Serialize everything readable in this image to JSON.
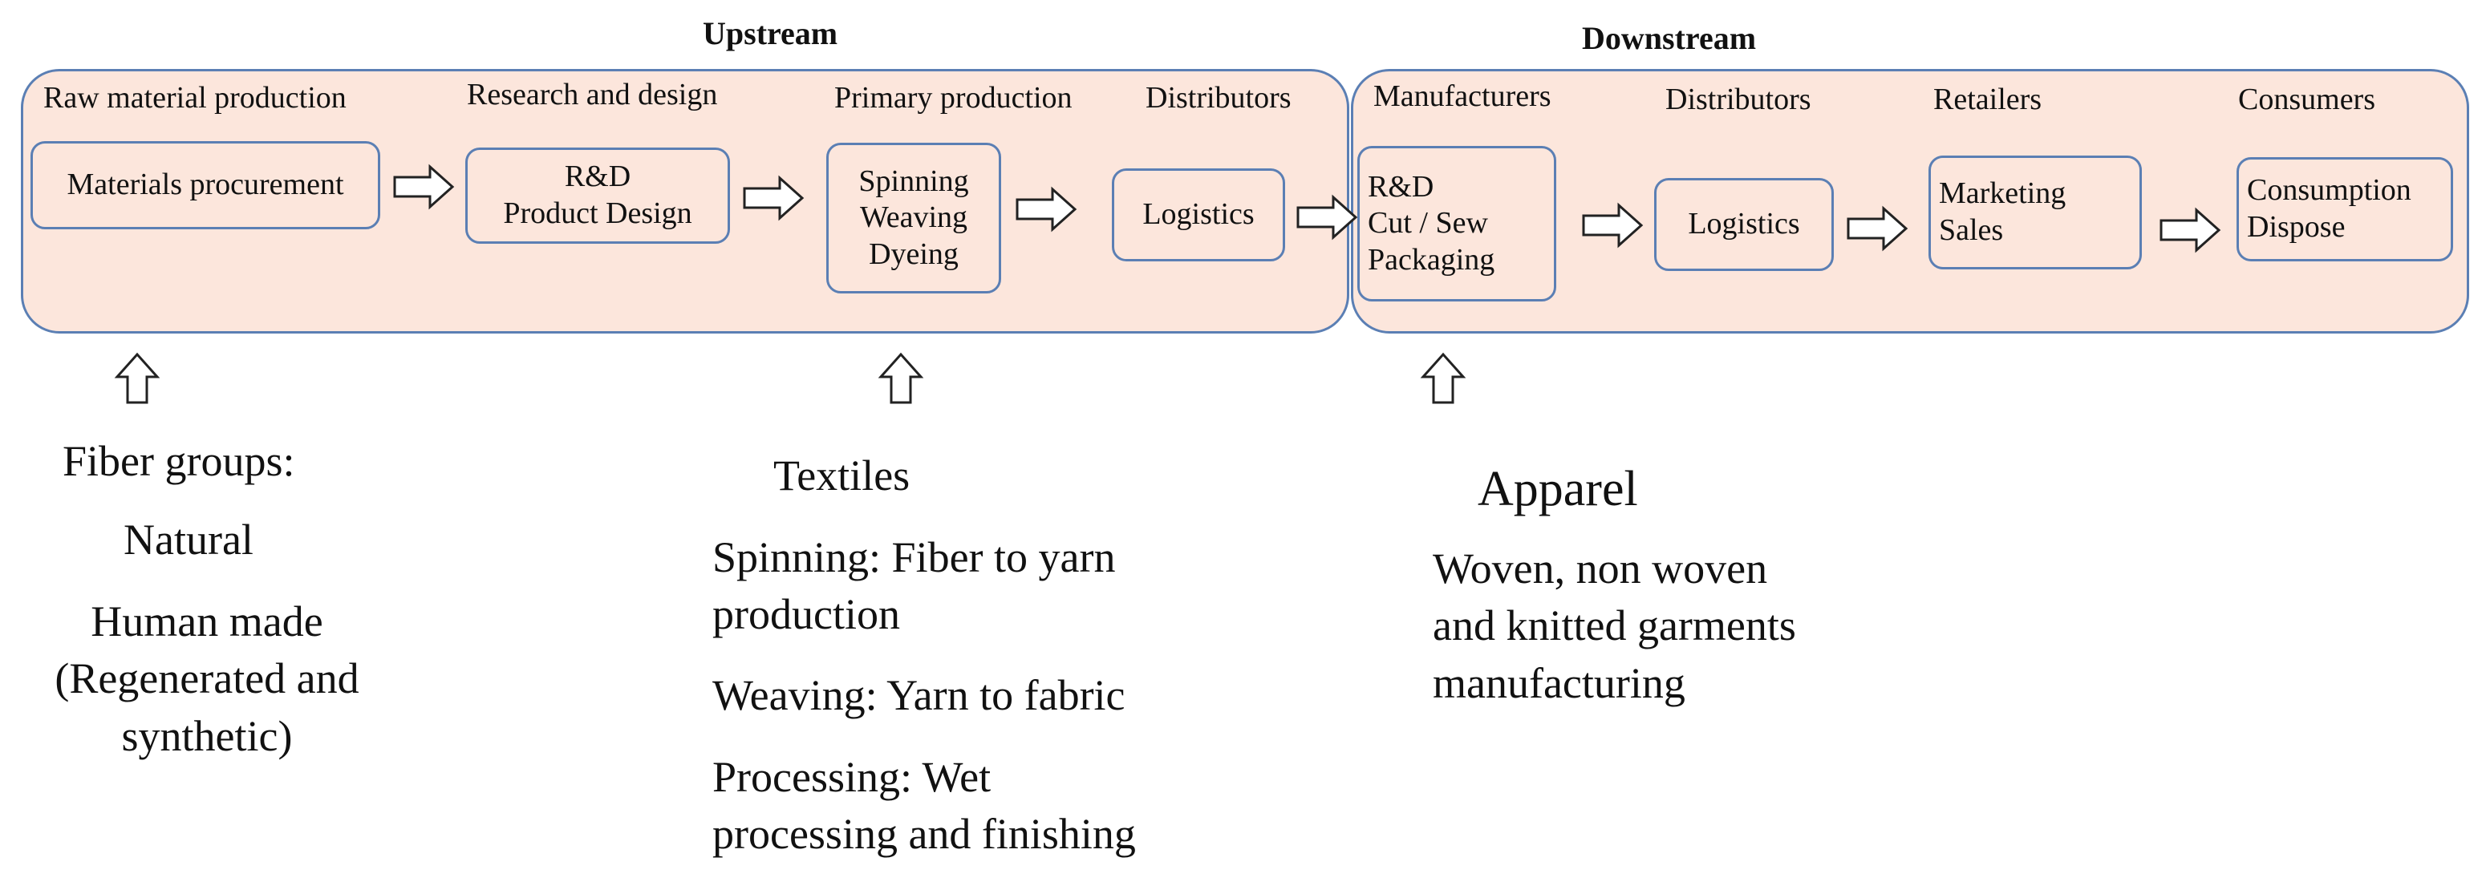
{
  "headings": {
    "upstream": "Upstream",
    "downstream": "Downstream"
  },
  "stages": {
    "raw_material": "Raw material production",
    "research_design": "Research and design",
    "primary_production": "Primary production",
    "distributors_up": "Distributors",
    "manufacturers": "Manufacturers",
    "distributors_down": "Distributors",
    "retailers": "Retailers",
    "consumers": "Consumers"
  },
  "boxes": {
    "materials": "Materials procurement",
    "rnd": "R&D\nProduct Design",
    "spinning": "Spinning\nWeaving\nDyeing",
    "logistics_up": "Logistics",
    "manufacturing": "R&D\nCut / Sew\nPackaging",
    "logistics_down": "Logistics",
    "marketing": "Marketing\nSales",
    "consumption": "Consumption\nDispose"
  },
  "fiber": {
    "title": "Fiber groups:",
    "natural": "Natural",
    "human_made": "Human made\n(Regenerated and\nsynthetic)"
  },
  "textiles": {
    "title": "Textiles",
    "spinning": "Spinning: Fiber to yarn\nproduction",
    "weaving": "Weaving: Yarn to fabric",
    "processing": "Processing: Wet\nprocessing and finishing"
  },
  "apparel": {
    "title": "Apparel",
    "desc": "Woven, non woven\nand knitted garments\nmanufacturing"
  },
  "colors": {
    "fill": "#fce6dc",
    "border": "#5b7fb4"
  }
}
